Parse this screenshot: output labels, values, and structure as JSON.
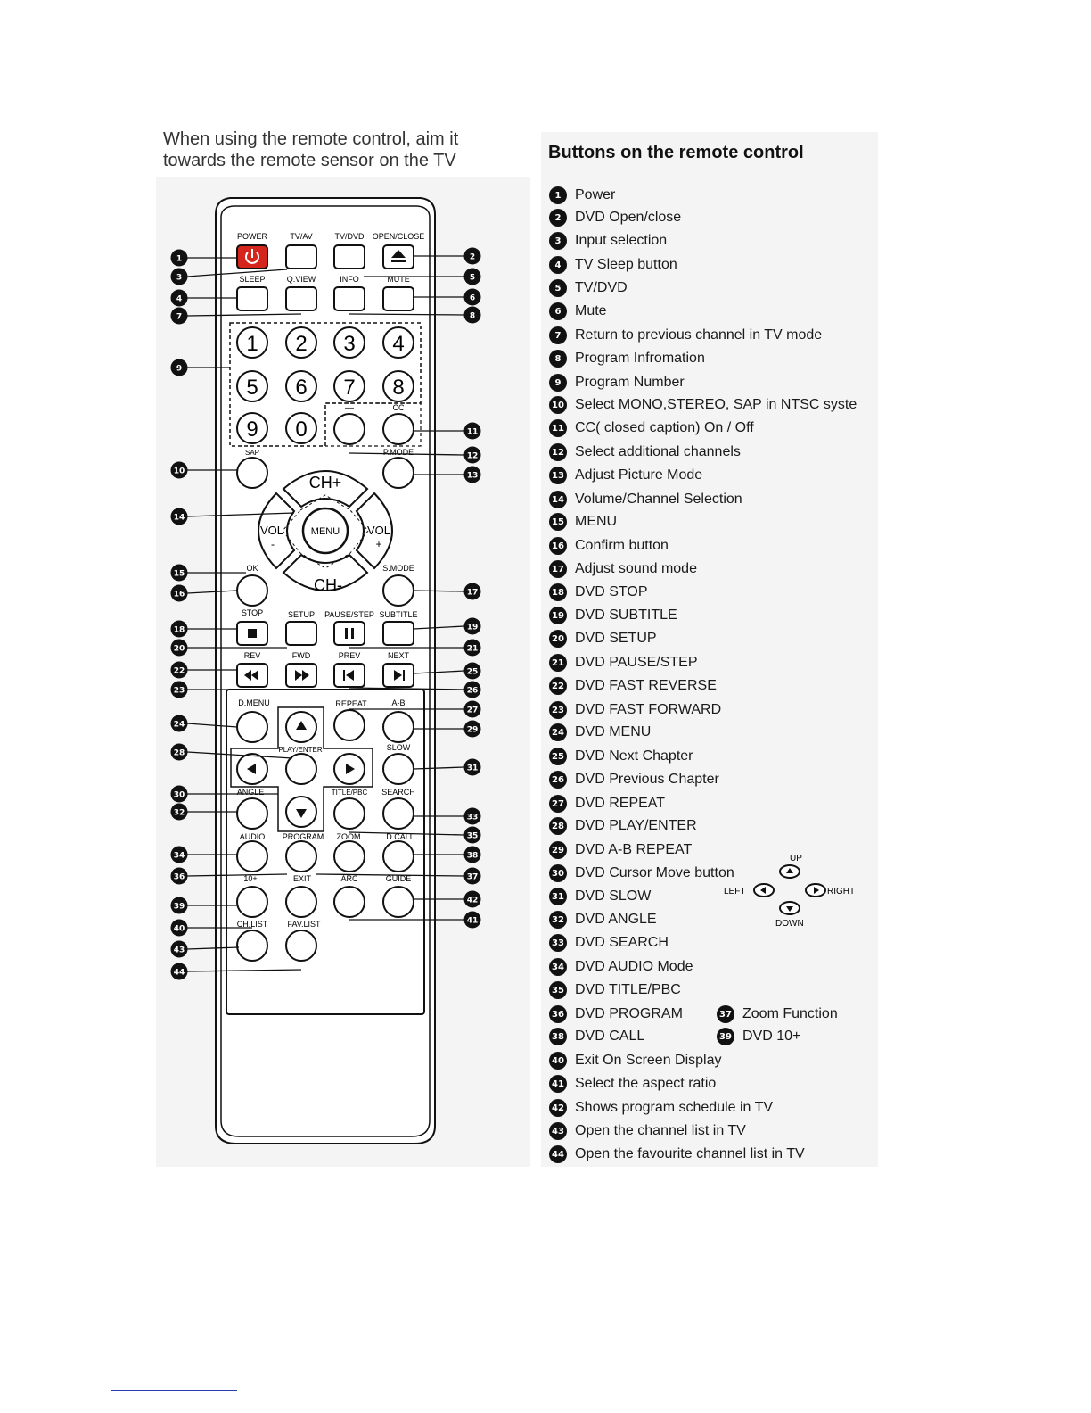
{
  "instruction": {
    "line1": "When using the remote control, aim it",
    "line2": "towards the remote sensor on the TV"
  },
  "legend": {
    "title": "Buttons on the remote control",
    "items": [
      {
        "n": "1",
        "text": "Power"
      },
      {
        "n": "2",
        "text": "DVD Open/close"
      },
      {
        "n": "3",
        "text": "Input selection"
      },
      {
        "n": "4",
        "text": "TV Sleep button"
      },
      {
        "n": "5",
        "text": "TV/DVD"
      },
      {
        "n": "6",
        "text": "Mute"
      },
      {
        "n": "7",
        "text": "Return to previous channel in TV mode"
      },
      {
        "n": "8",
        "text": "Program Infromation"
      },
      {
        "n": "9",
        "text": "Program Number"
      },
      {
        "n": "10",
        "text": "Select MONO,STEREO, SAP in NTSC syste"
      },
      {
        "n": "11",
        "text": "CC( closed caption) On / Off"
      },
      {
        "n": "12",
        "text": "Select additional channels"
      },
      {
        "n": "13",
        "text": "Adjust Picture Mode"
      },
      {
        "n": "14",
        "text": "Volume/Channel Selection"
      },
      {
        "n": "15",
        "text": "MENU"
      },
      {
        "n": "16",
        "text": "Confirm button"
      },
      {
        "n": "17",
        "text": "Adjust sound mode"
      },
      {
        "n": "18",
        "text": "DVD STOP"
      },
      {
        "n": "19",
        "text": "DVD SUBTITLE"
      },
      {
        "n": "20",
        "text": "DVD SETUP"
      },
      {
        "n": "21",
        "text": "DVD PAUSE/STEP"
      },
      {
        "n": "22",
        "text": "DVD FAST REVERSE"
      },
      {
        "n": "23",
        "text": "DVD FAST FORWARD"
      },
      {
        "n": "24",
        "text": "DVD MENU"
      },
      {
        "n": "25",
        "text": "DVD Next Chapter"
      },
      {
        "n": "26",
        "text": "DVD Previous Chapter"
      },
      {
        "n": "27",
        "text": "DVD REPEAT"
      },
      {
        "n": "28",
        "text": "DVD PLAY/ENTER"
      },
      {
        "n": "29",
        "text": "DVD A-B REPEAT"
      },
      {
        "n": "30",
        "text": "DVD Cursor Move button"
      },
      {
        "n": "31",
        "text": "DVD SLOW"
      },
      {
        "n": "32",
        "text": "DVD ANGLE"
      },
      {
        "n": "33",
        "text": "DVD SEARCH"
      },
      {
        "n": "34",
        "text": "DVD AUDIO Mode"
      },
      {
        "n": "35",
        "text": "DVD TITLE/PBC"
      },
      {
        "n": "36",
        "text": "DVD PROGRAM"
      },
      {
        "n": "38",
        "text": "DVD CALL"
      },
      {
        "n": "40",
        "text": "Exit On Screen Display"
      },
      {
        "n": "41",
        "text": "Select the aspect ratio"
      },
      {
        "n": "42",
        "text": "Shows program schedule in TV"
      },
      {
        "n": "43",
        "text": "Open the channel list in TV"
      },
      {
        "n": "44",
        "text": "Open the favourite channel list in TV"
      }
    ],
    "extra": [
      {
        "n": "37",
        "text": "Zoom Function"
      },
      {
        "n": "39",
        "text": "DVD 10+"
      }
    ]
  },
  "cursor_labels": {
    "up": "UP",
    "left": "LEFT",
    "right": "RIGHT",
    "down": "DOWN"
  },
  "remote": {
    "top_labels": [
      "POWER",
      "TV/AV",
      "TV/DVD",
      "OPEN/CLOSE"
    ],
    "row2_labels": [
      "SLEEP",
      "Q.VIEW",
      "INFO",
      "MUTE"
    ],
    "digits": [
      "1",
      "2",
      "3",
      "4",
      "5",
      "6",
      "7",
      "8",
      "9",
      "0"
    ],
    "dash": "—",
    "cc": "CC",
    "sap": "SAP",
    "pmode": "P.MODE",
    "ch_plus": "CH+",
    "ch_minus": "CH-",
    "vol": "VOL",
    "vol_minus": "-",
    "vol_plus": "+",
    "menu": "MENU",
    "ok": "OK",
    "smode": "S.MODE",
    "transport_labels": [
      "STOP",
      "SETUP",
      "PAUSE/STEP",
      "SUBTITLE"
    ],
    "nav_labels": [
      "REV",
      "FWD",
      "PREV",
      "NEXT"
    ],
    "dvd_labels": {
      "dmenu": "D.MENU",
      "repeat": "REPEAT",
      "ab": "A-B",
      "playenter": "PLAY/ENTER",
      "slow": "SLOW",
      "angle": "ANGLE",
      "titlepbc": "TITLE/PBC",
      "search": "SEARCH",
      "audio": "AUDIO",
      "program": "PROGRAM",
      "zoom": "ZOOM",
      "dcall": "D.CALL",
      "tenplus": "10+",
      "exit": "EXIT",
      "arc": "ARC",
      "guide": "GUIDE",
      "chlist": "CH.LIST",
      "favlist": "FAV.LIST"
    },
    "callouts_left": [
      "1",
      "3",
      "4",
      "7",
      "9",
      "10",
      "14",
      "15",
      "16",
      "18",
      "20",
      "22",
      "23",
      "24",
      "28",
      "30",
      "32",
      "34",
      "36",
      "39",
      "40",
      "43",
      "44"
    ],
    "callouts_right": [
      "2",
      "5",
      "6",
      "8",
      "11",
      "12",
      "13",
      "17",
      "19",
      "21",
      "25",
      "26",
      "27",
      "29",
      "31",
      "33",
      "35",
      "38",
      "37",
      "42",
      "41"
    ]
  },
  "colors": {
    "power_button": "#d4261c",
    "badge": "#111111",
    "legend_bg": "#f4f4f4"
  }
}
